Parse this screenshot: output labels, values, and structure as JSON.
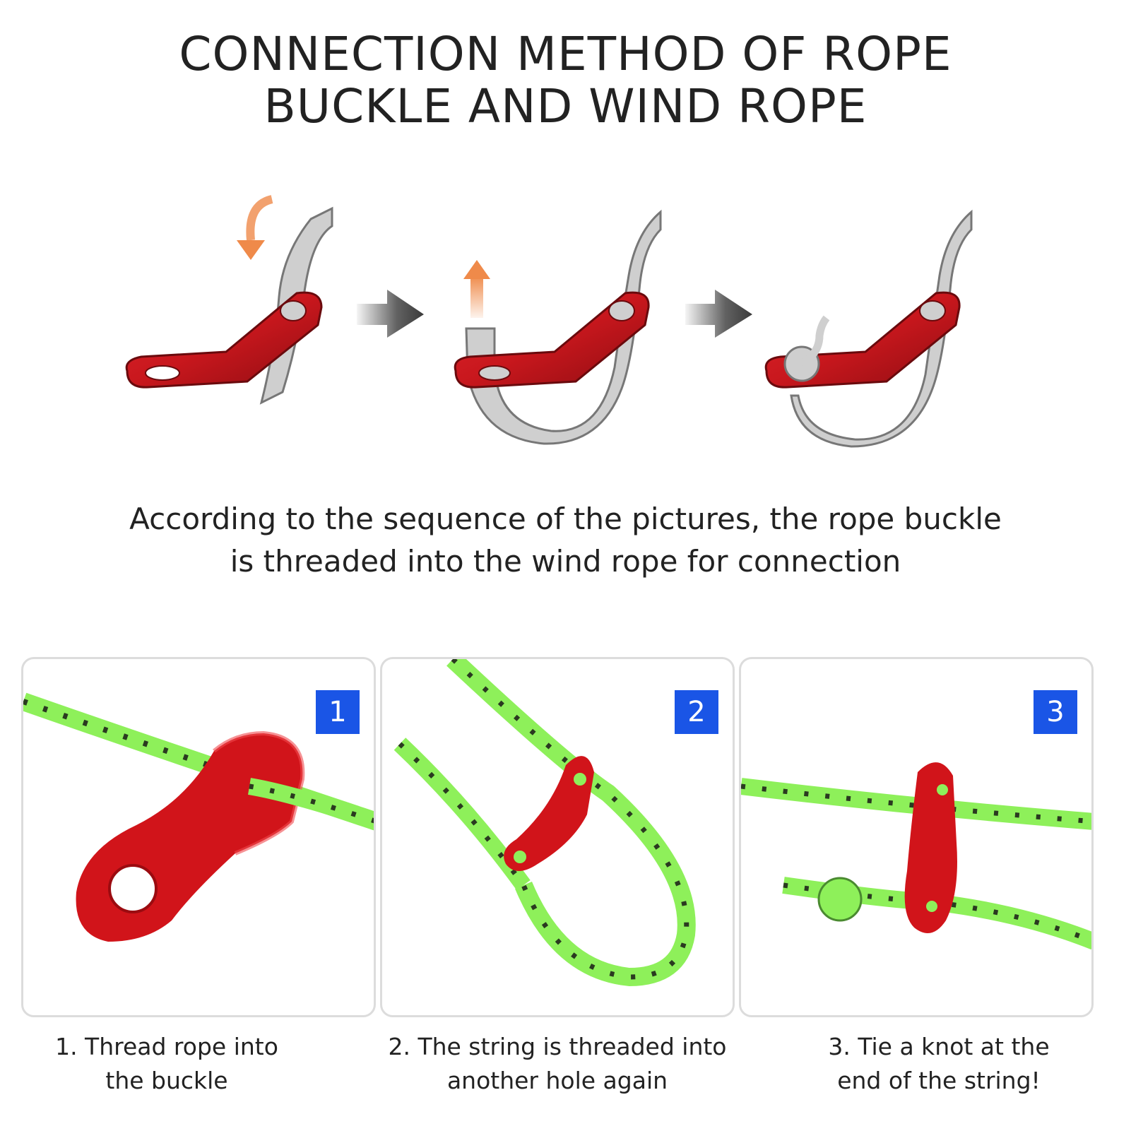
{
  "header": {
    "title_line1": "CONNECTION METHOD OF ROPE",
    "title_line2": "BUCKLE AND WIND ROPE"
  },
  "description": {
    "line1": "According to the sequence of the pictures, the rope buckle",
    "line2": "is threaded into the wind rope for connection"
  },
  "colors": {
    "buckle_red": "#c8171d",
    "rope_gray": "#cfcfcf",
    "arrow_orange": "#ef8a4a",
    "arrow_dark": "#3a3a3a",
    "rope_green": "#8ef05a",
    "badge_blue": "#1a55e6"
  },
  "steps": [
    {
      "number": "1",
      "caption_line1": "1. Thread rope into",
      "caption_line2": "the buckle"
    },
    {
      "number": "2",
      "caption_line1": "2. The string is threaded into",
      "caption_line2": "another hole again"
    },
    {
      "number": "3",
      "caption_line1": "3. Tie a knot at the",
      "caption_line2": "end of the string!"
    }
  ]
}
